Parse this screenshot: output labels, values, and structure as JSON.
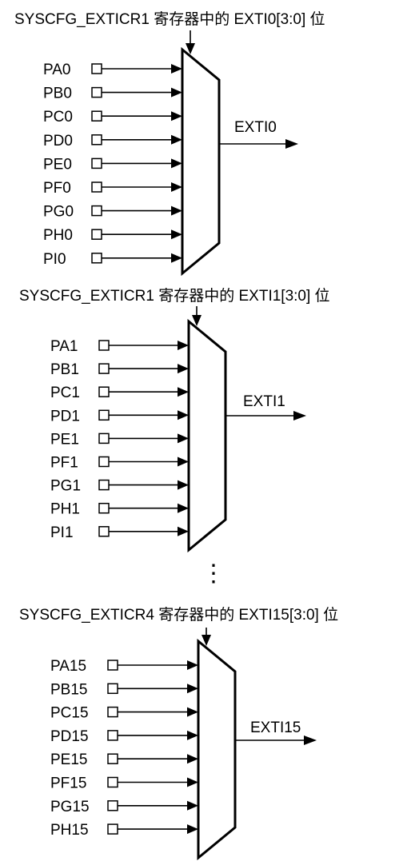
{
  "blocks": [
    {
      "title": "SYSCFG_EXTICR1 寄存器中的 EXTI0[3:0] 位",
      "output": "EXTI0",
      "inputs": [
        "PA0",
        "PB0",
        "PC0",
        "PD0",
        "PE0",
        "PF0",
        "PG0",
        "PH0",
        "PI0"
      ]
    },
    {
      "title": "SYSCFG_EXTICR1 寄存器中的 EXTI1[3:0] 位",
      "output": "EXTI1",
      "inputs": [
        "PA1",
        "PB1",
        "PC1",
        "PD1",
        "PE1",
        "PF1",
        "PG1",
        "PH1",
        "PI1"
      ]
    },
    {
      "title": "SYSCFG_EXTICR4 寄存器中的 EXTI15[3:0] 位",
      "output": "EXTI15",
      "inputs": [
        "PA15",
        "PB15",
        "PC15",
        "PD15",
        "PE15",
        "PF15",
        "PG15",
        "PH15"
      ]
    }
  ],
  "ellipsis": "⋮"
}
